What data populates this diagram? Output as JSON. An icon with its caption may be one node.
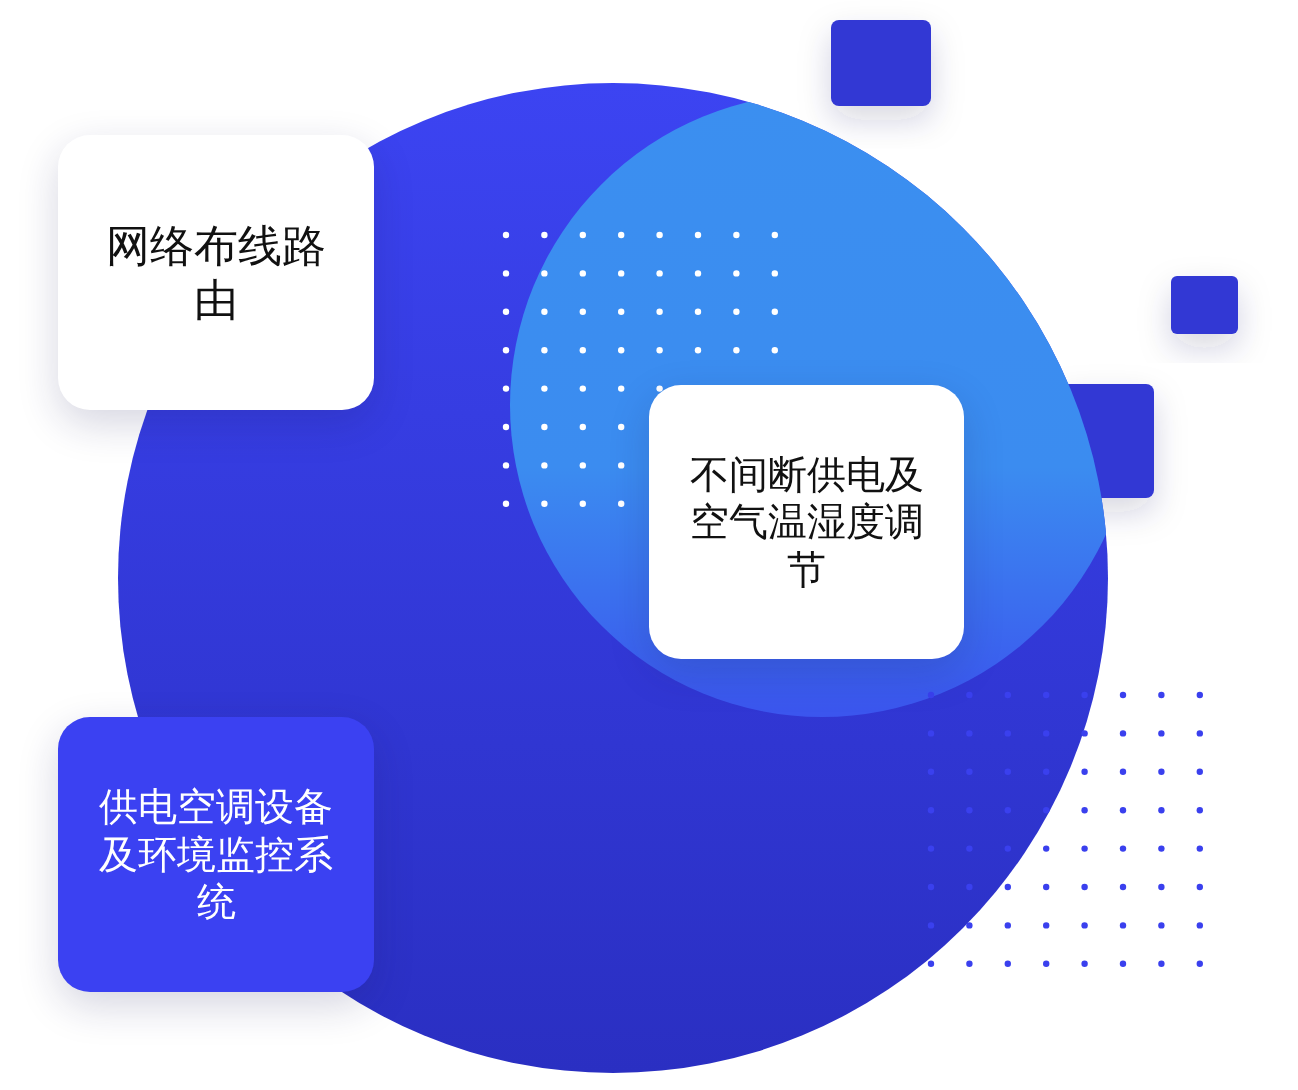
{
  "diagram": {
    "nodes": [
      {
        "text": [
          "网络布线路由"
        ]
      },
      {
        "text": [
          "不间断供电及空气温湿度调节"
        ]
      },
      {
        "text": [
          "供电空调设备及环境监控系统"
        ]
      }
    ]
  }
}
